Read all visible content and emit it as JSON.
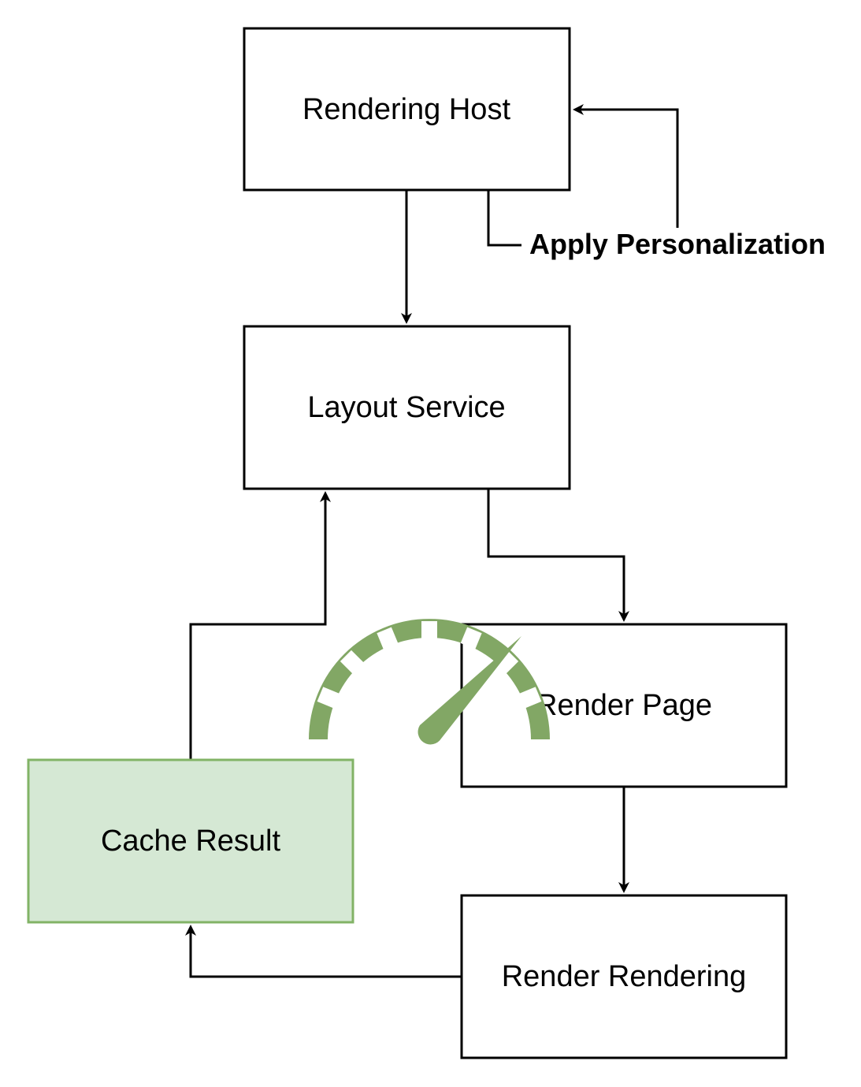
{
  "diagram": {
    "nodes": {
      "rendering_host": {
        "label": "Rendering Host",
        "fill": "#ffffff",
        "stroke": "#000000"
      },
      "layout_service": {
        "label": "Layout Service",
        "fill": "#ffffff",
        "stroke": "#000000"
      },
      "render_page": {
        "label": "Render Page",
        "fill": "#ffffff",
        "stroke": "#000000"
      },
      "render_rendering": {
        "label": "Render Rendering",
        "fill": "#ffffff",
        "stroke": "#000000"
      },
      "cache_result": {
        "label": "Cache Result",
        "fill": "#d5e8d4",
        "stroke": "#82b366"
      }
    },
    "edges": {
      "personalization_loop_label": "Apply Personalization"
    },
    "icons": {
      "speedometer": {
        "name": "speedometer-icon",
        "color": "#82a765"
      }
    }
  }
}
